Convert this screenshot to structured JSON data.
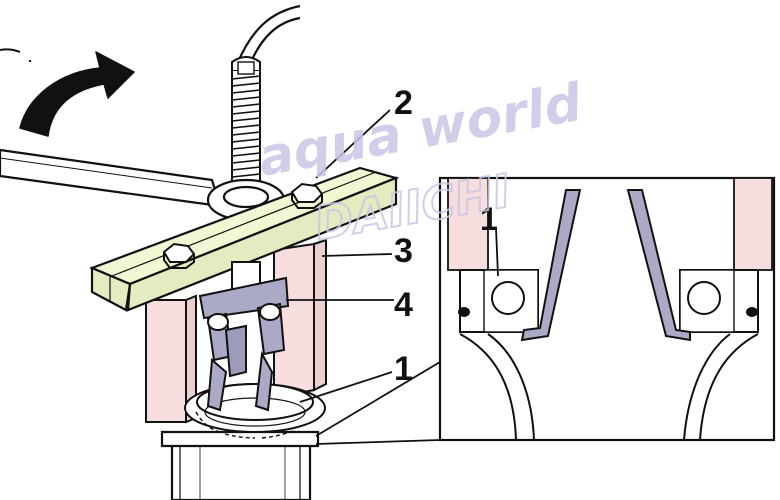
{
  "watermark": {
    "line1": "aqua world",
    "line2": "DAIICHI",
    "color": "#c8c6e6"
  },
  "callouts": {
    "label_1": "1",
    "label_2": "2",
    "label_3": "3",
    "label_4": "4",
    "inset_label_1": "1"
  },
  "colors": {
    "puller_bar": "#f1f7d2",
    "legs": "#f7dede",
    "jaws": "#aaaac6",
    "outline": "#111111",
    "housing": "#ffffff"
  },
  "icons": {
    "rotation_arrow": "curved-arrow-icon",
    "bolt_heads": "hex-nut-icon"
  }
}
